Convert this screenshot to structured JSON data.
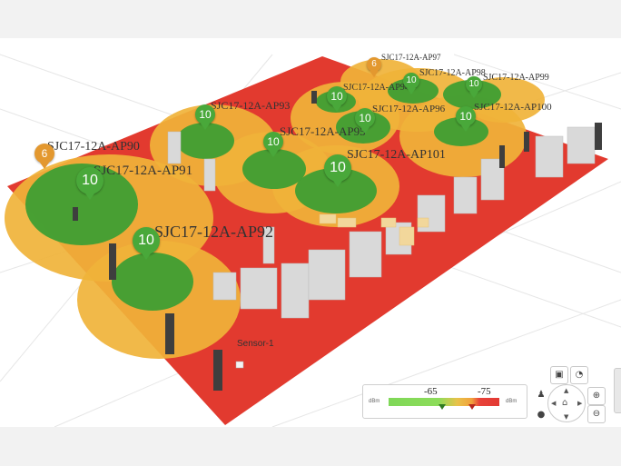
{
  "access_points": [
    {
      "id": "ap90",
      "label": "SJC17-12A-AP90"
    },
    {
      "id": "ap91",
      "label": "SJC17-12A-AP91"
    },
    {
      "id": "ap92",
      "label": "SJC17-12A-AP92"
    },
    {
      "id": "ap93",
      "label": "SJC17-12A-AP93"
    },
    {
      "id": "ap94",
      "label": "SJC17-12A-AP94"
    },
    {
      "id": "ap95",
      "label": "SJC17-12A-AP95"
    },
    {
      "id": "ap96",
      "label": "SJC17-12A-AP96"
    },
    {
      "id": "ap97",
      "label": "SJC17-12A-AP97"
    },
    {
      "id": "ap98",
      "label": "SJC17-12A-AP98"
    },
    {
      "id": "ap99",
      "label": "SJC17-12A-AP99"
    },
    {
      "id": "ap100",
      "label": "SJC17-12A-AP100"
    },
    {
      "id": "ap101",
      "label": "SJC17-12A-AP101"
    }
  ],
  "pins": {
    "ap90": "6",
    "ap91": "10",
    "ap92": "10",
    "ap93": "10",
    "ap94": "10",
    "ap95": "10",
    "ap96": "10",
    "ap97": "6",
    "ap98": "10",
    "ap99": "10",
    "ap100": "10",
    "ap101": "10"
  },
  "sensor": {
    "label": "Sensor-1"
  },
  "legend": {
    "unit_left": "dBm",
    "unit_right": "dBm",
    "value_a": "-65",
    "value_b": "-75"
  },
  "controls": {
    "cube_icon": "cube-icon",
    "pie_icon": "pie-icon",
    "person_icon": "person-icon",
    "pin_icon": "pin-icon",
    "zoom_in_icon": "zoom-in-icon",
    "zoom_out_icon": "zoom-out-icon",
    "home_icon": "home-icon"
  },
  "colors": {
    "floor": "#e23a2f",
    "strong": "#3e9e33",
    "medium": "#f0b33a",
    "pin_green": "#49a83a",
    "pin_orange": "#e3982f"
  }
}
